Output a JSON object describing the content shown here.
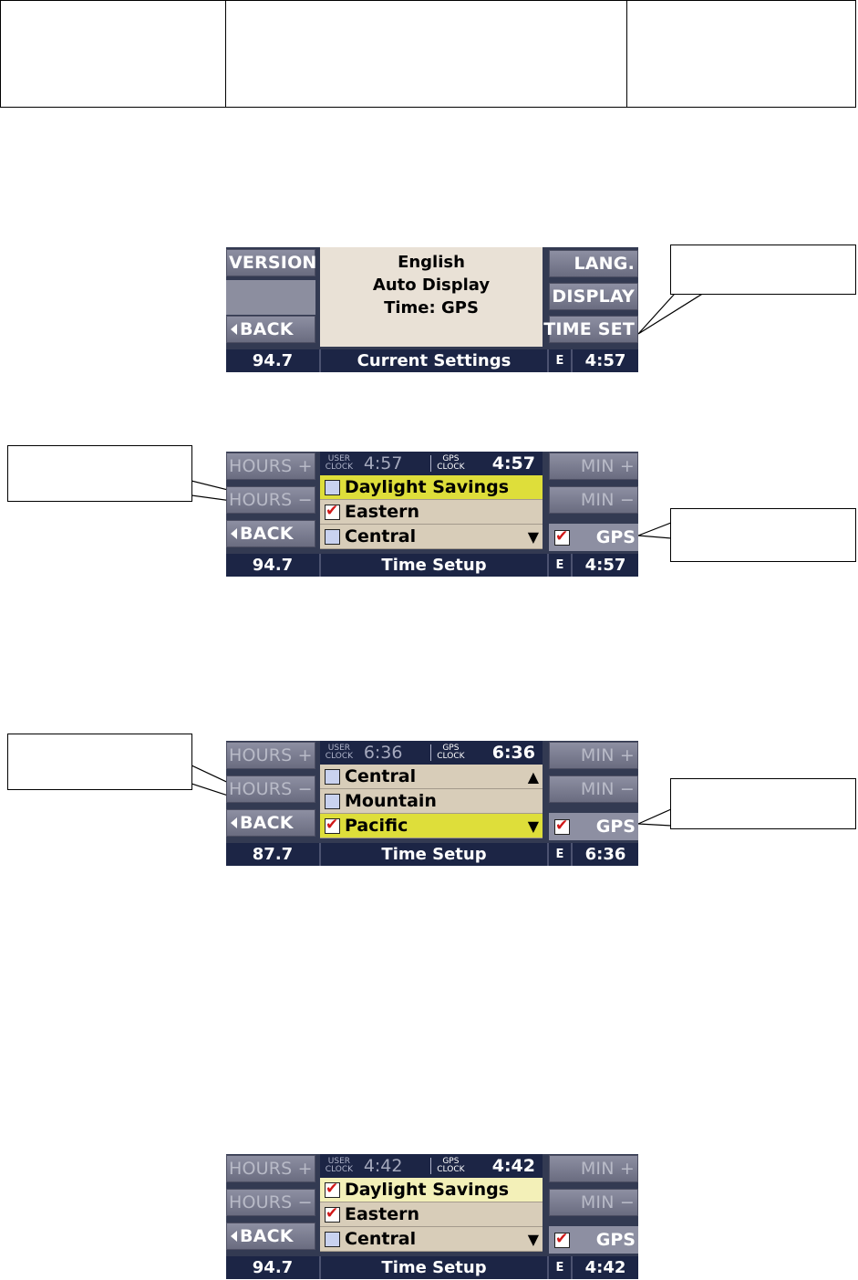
{
  "screen1": {
    "left_buttons": [
      "VERSION",
      "BACK"
    ],
    "lines": [
      "English",
      "Auto Display",
      "Time: GPS"
    ],
    "right_buttons": [
      "LANG.",
      "DISPLAY",
      "TIME SET"
    ],
    "status": {
      "freq": "94.7",
      "title": "Current Settings",
      "mode": "E",
      "time": "4:57"
    }
  },
  "screen2": {
    "left_buttons": [
      "HOURS +",
      "HOURS −",
      "BACK"
    ],
    "right_buttons": [
      "MIN +",
      "MIN −"
    ],
    "clock": {
      "user_label": "USER\nCLOCK",
      "user_time": "4:57",
      "gps_label": "GPS\nCLOCK",
      "gps_time": "4:57"
    },
    "rows": [
      {
        "label": "Daylight Savings",
        "checked": false
      },
      {
        "label": "Eastern",
        "checked": true
      },
      {
        "label": "Central",
        "checked": false,
        "arrow": "▼"
      }
    ],
    "gps_label": "GPS",
    "status": {
      "freq": "94.7",
      "title": "Time Setup",
      "mode": "E",
      "time": "4:57"
    }
  },
  "screen3": {
    "left_buttons": [
      "HOURS +",
      "HOURS −",
      "BACK"
    ],
    "right_buttons": [
      "MIN +",
      "MIN −"
    ],
    "clock": {
      "user_label": "USER\nCLOCK",
      "user_time": "6:36",
      "gps_label": "GPS\nCLOCK",
      "gps_time": "6:36"
    },
    "rows": [
      {
        "label": "Central",
        "checked": false,
        "arrow": "▲"
      },
      {
        "label": "Mountain",
        "checked": false
      },
      {
        "label": "Pacific",
        "checked": true,
        "arrow": "▼"
      }
    ],
    "gps_label": "GPS",
    "status": {
      "freq": "87.7",
      "title": "Time Setup",
      "mode": "E",
      "time": "6:36"
    }
  },
  "screen4": {
    "left_buttons": [
      "HOURS +",
      "HOURS −",
      "BACK"
    ],
    "right_buttons": [
      "MIN +",
      "MIN −"
    ],
    "clock": {
      "user_label": "USER\nCLOCK",
      "user_time": "4:42",
      "gps_label": "GPS\nCLOCK",
      "gps_time": "4:42"
    },
    "rows": [
      {
        "label": "Daylight Savings",
        "checked": true
      },
      {
        "label": "Eastern",
        "checked": true
      },
      {
        "label": "Central",
        "checked": false,
        "arrow": "▼"
      }
    ],
    "gps_label": "GPS",
    "status": {
      "freq": "94.7",
      "title": "Time Setup",
      "mode": "E",
      "time": "4:42"
    }
  }
}
